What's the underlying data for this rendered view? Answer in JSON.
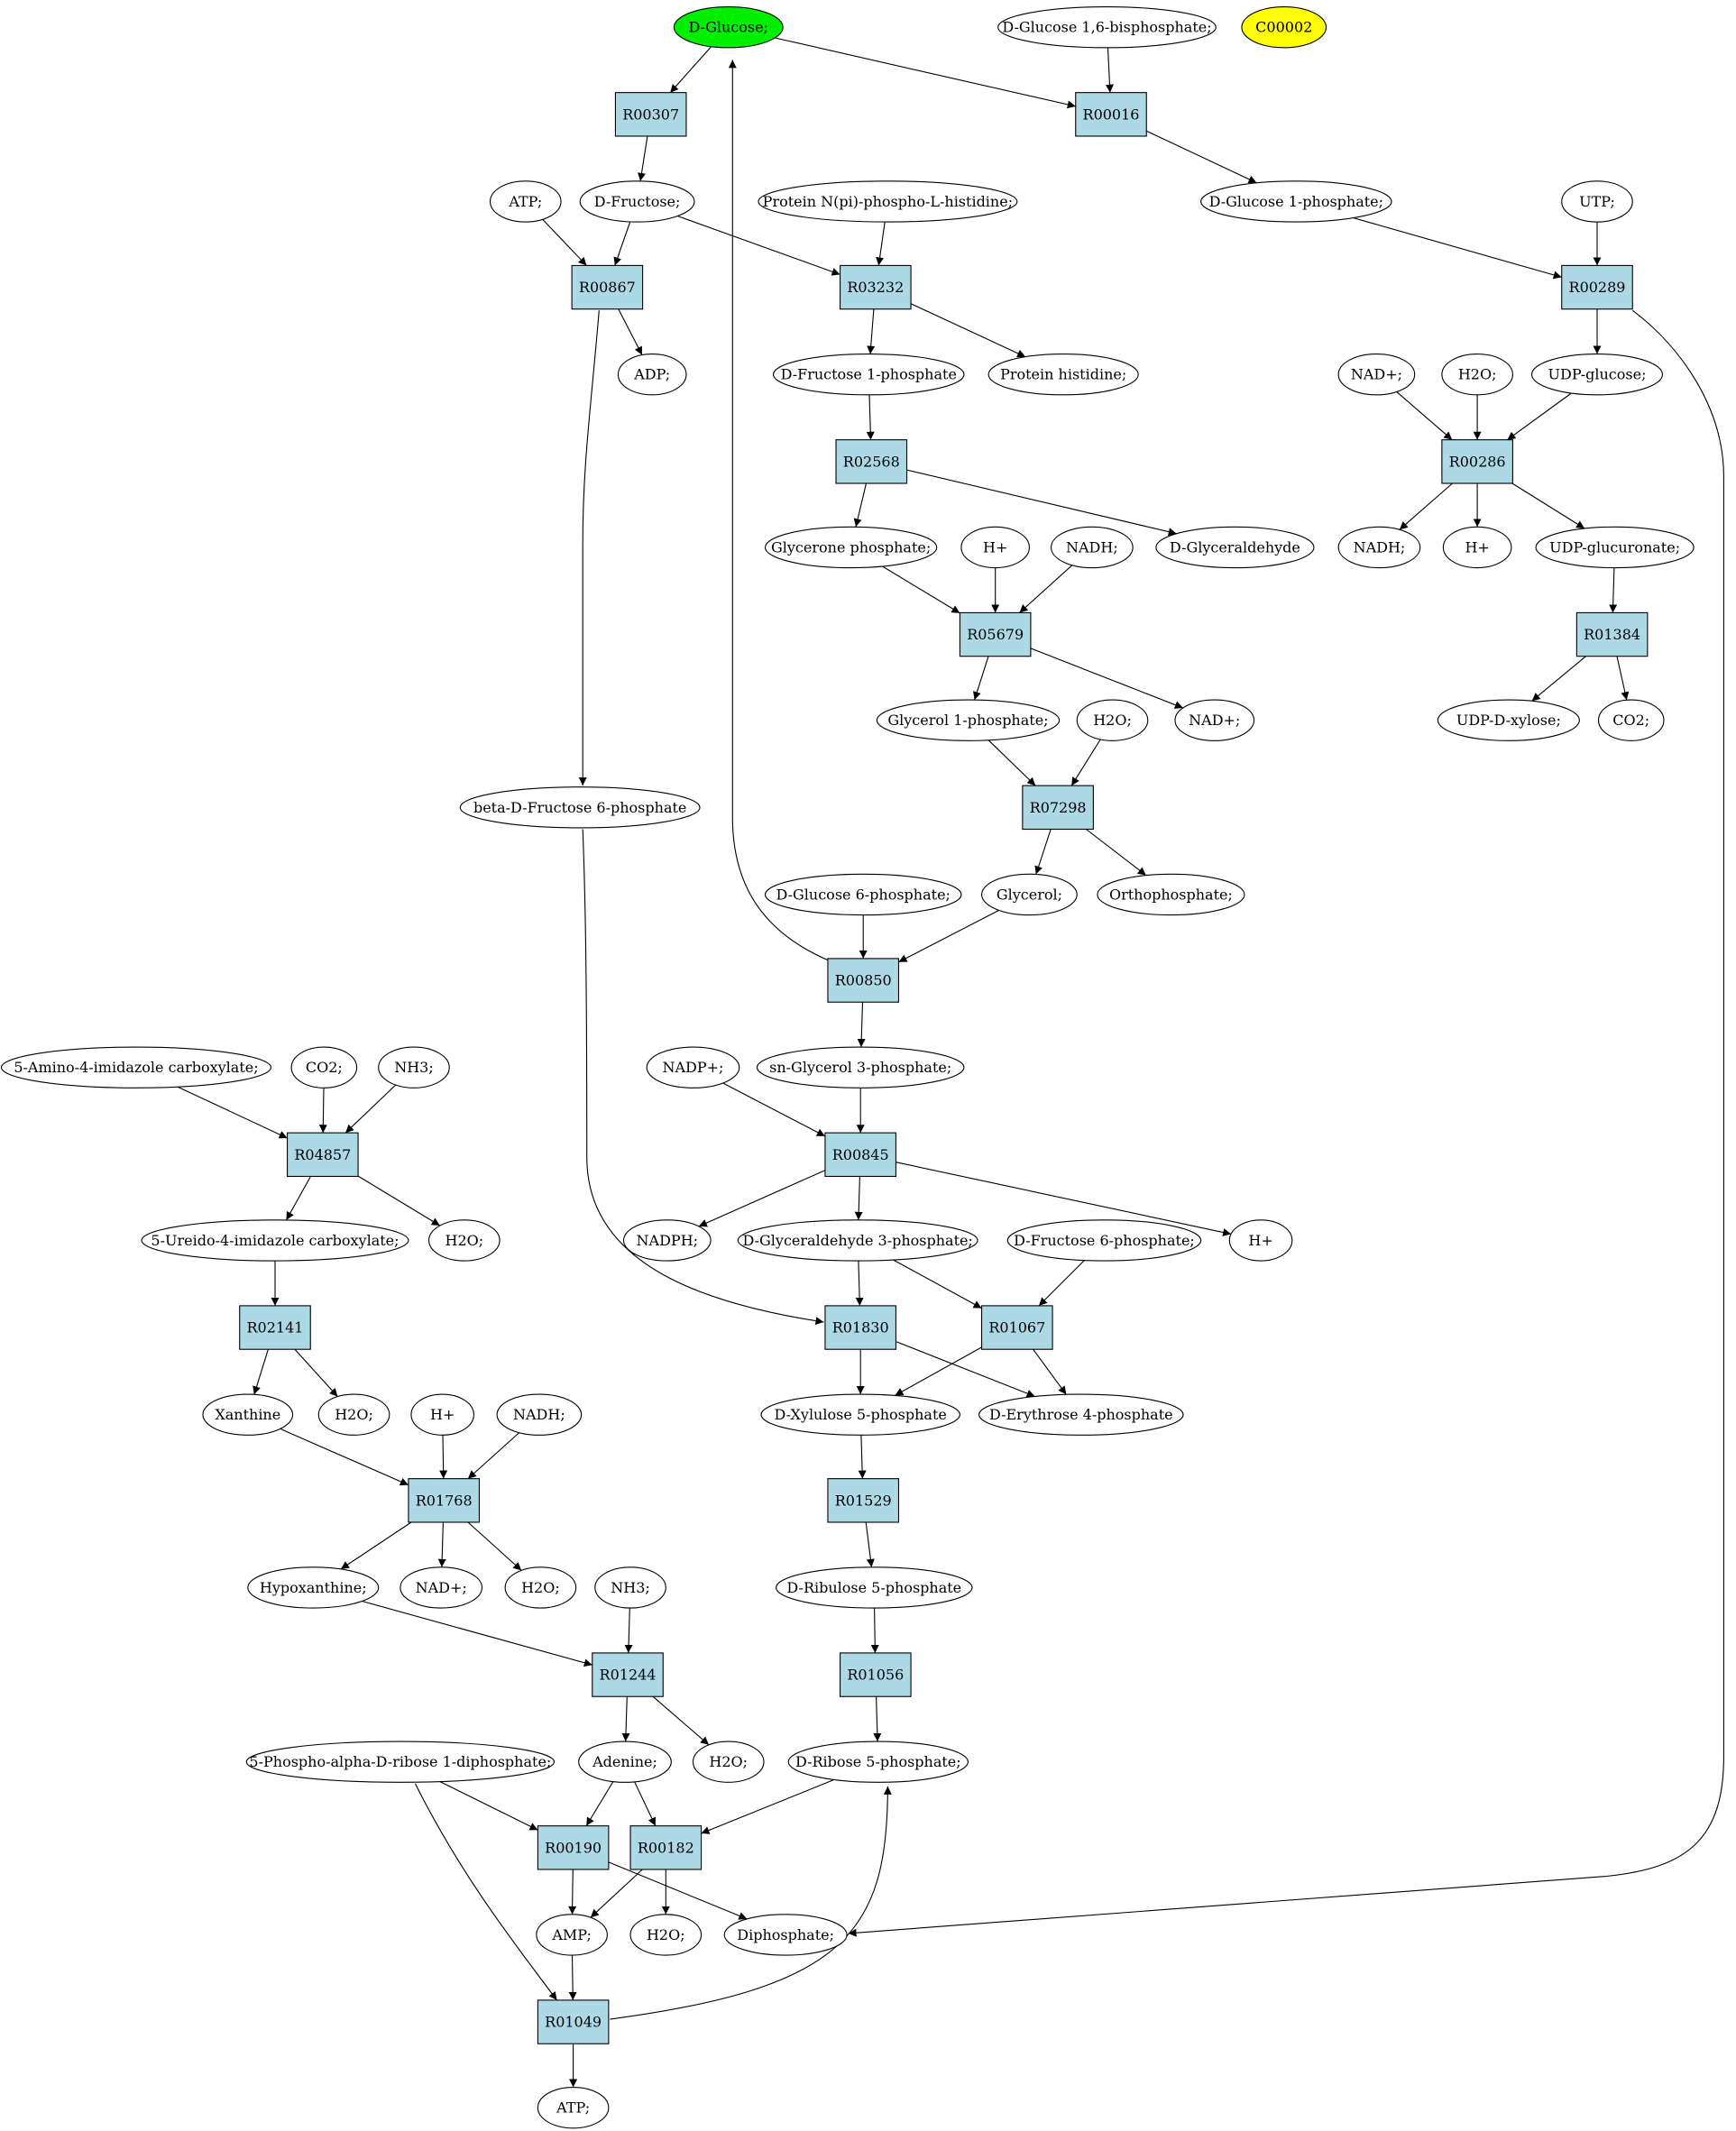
{
  "colors": {
    "reaction_fill": "#add8e6",
    "compound_fill": "#ffffff",
    "start_fill": "#00ee00",
    "highlight_fill": "#ffff00",
    "stroke": "#000000"
  },
  "nodes": {
    "glucose": {
      "label": "D-Glucose;",
      "kind": "start"
    },
    "g16bp": {
      "label": "D-Glucose 1,6-bisphosphate;",
      "kind": "compound"
    },
    "c00002": {
      "label": "C00002",
      "kind": "highlight"
    },
    "R00307": {
      "label": "R00307",
      "kind": "reaction"
    },
    "R00016": {
      "label": "R00016",
      "kind": "reaction"
    },
    "atp_top": {
      "label": "ATP;",
      "kind": "compound"
    },
    "fructose": {
      "label": "D-Fructose;",
      "kind": "compound"
    },
    "protein_nphis": {
      "label": "Protein N(pi)-phospho-L-histidine;",
      "kind": "compound"
    },
    "g1p": {
      "label": "D-Glucose 1-phosphate;",
      "kind": "compound"
    },
    "utp": {
      "label": "UTP;",
      "kind": "compound"
    },
    "R00867": {
      "label": "R00867",
      "kind": "reaction"
    },
    "R03232": {
      "label": "R03232",
      "kind": "reaction"
    },
    "R00289": {
      "label": "R00289",
      "kind": "reaction"
    },
    "adp": {
      "label": "ADP;",
      "kind": "compound"
    },
    "f1p": {
      "label": "D-Fructose 1-phosphate",
      "kind": "compound"
    },
    "protein_his": {
      "label": "Protein histidine;",
      "kind": "compound"
    },
    "nad_r00286": {
      "label": "NAD+;",
      "kind": "compound"
    },
    "h2o_r00286": {
      "label": "H2O;",
      "kind": "compound"
    },
    "udpglc": {
      "label": "UDP-glucose;",
      "kind": "compound"
    },
    "R02568": {
      "label": "R02568",
      "kind": "reaction"
    },
    "R00286": {
      "label": "R00286",
      "kind": "reaction"
    },
    "dhap": {
      "label": "Glycerone phosphate;",
      "kind": "compound"
    },
    "h_r05679": {
      "label": "H+",
      "kind": "compound"
    },
    "nadh_r05679": {
      "label": "NADH;",
      "kind": "compound"
    },
    "glyceraldehyde": {
      "label": "D-Glyceraldehyde",
      "kind": "compound"
    },
    "nadh_r00286": {
      "label": "NADH;",
      "kind": "compound"
    },
    "h_r00286": {
      "label": "H+",
      "kind": "compound"
    },
    "udpglcua": {
      "label": "UDP-glucuronate;",
      "kind": "compound"
    },
    "R05679": {
      "label": "R05679",
      "kind": "reaction"
    },
    "R01384": {
      "label": "R01384",
      "kind": "reaction"
    },
    "gly1p": {
      "label": "Glycerol 1-phosphate;",
      "kind": "compound"
    },
    "h2o_r07298": {
      "label": "H2O;",
      "kind": "compound"
    },
    "nad_r05679": {
      "label": "NAD+;",
      "kind": "compound"
    },
    "udpxyl": {
      "label": "UDP-D-xylose;",
      "kind": "compound"
    },
    "co2_r01384": {
      "label": "CO2;",
      "kind": "compound"
    },
    "bf6p": {
      "label": "beta-D-Fructose 6-phosphate",
      "kind": "compound"
    },
    "R07298": {
      "label": "R07298",
      "kind": "reaction"
    },
    "g6p": {
      "label": "D-Glucose 6-phosphate;",
      "kind": "compound"
    },
    "glycerol": {
      "label": "Glycerol;",
      "kind": "compound"
    },
    "orthophos": {
      "label": "Orthophosphate;",
      "kind": "compound"
    },
    "R00850": {
      "label": "R00850",
      "kind": "reaction"
    },
    "aica": {
      "label": "5-Amino-4-imidazole carboxylate;",
      "kind": "compound"
    },
    "co2_r04857": {
      "label": "CO2;",
      "kind": "compound"
    },
    "nh3_r04857": {
      "label": "NH3;",
      "kind": "compound"
    },
    "nadp": {
      "label": "NADP+;",
      "kind": "compound"
    },
    "snglyc3p": {
      "label": "sn-Glycerol 3-phosphate;",
      "kind": "compound"
    },
    "R04857": {
      "label": "R04857",
      "kind": "reaction"
    },
    "R00845": {
      "label": "R00845",
      "kind": "reaction"
    },
    "ureido": {
      "label": "5-Ureido-4-imidazole carboxylate;",
      "kind": "compound"
    },
    "h2o_r04857": {
      "label": "H2O;",
      "kind": "compound"
    },
    "nadph": {
      "label": "NADPH;",
      "kind": "compound"
    },
    "ga3p": {
      "label": "D-Glyceraldehyde 3-phosphate;",
      "kind": "compound"
    },
    "f6p": {
      "label": "D-Fructose 6-phosphate;",
      "kind": "compound"
    },
    "h_r00845": {
      "label": "H+",
      "kind": "compound"
    },
    "R02141": {
      "label": "R02141",
      "kind": "reaction"
    },
    "R01830": {
      "label": "R01830",
      "kind": "reaction"
    },
    "R01067": {
      "label": "R01067",
      "kind": "reaction"
    },
    "xanthine": {
      "label": "Xanthine",
      "kind": "compound"
    },
    "h2o_r02141": {
      "label": "H2O;",
      "kind": "compound"
    },
    "h_r01768": {
      "label": "H+",
      "kind": "compound"
    },
    "nadh_r01768": {
      "label": "NADH;",
      "kind": "compound"
    },
    "xu5p": {
      "label": "D-Xylulose 5-phosphate",
      "kind": "compound"
    },
    "e4p": {
      "label": "D-Erythrose 4-phosphate",
      "kind": "compound"
    },
    "R01768": {
      "label": "R01768",
      "kind": "reaction"
    },
    "R01529": {
      "label": "R01529",
      "kind": "reaction"
    },
    "hypoxanthine": {
      "label": "Hypoxanthine;",
      "kind": "compound"
    },
    "nad_r01768": {
      "label": "NAD+;",
      "kind": "compound"
    },
    "h2o_r01768": {
      "label": "H2O;",
      "kind": "compound"
    },
    "nh3_r01244": {
      "label": "NH3;",
      "kind": "compound"
    },
    "ru5p": {
      "label": "D-Ribulose 5-phosphate",
      "kind": "compound"
    },
    "R01244": {
      "label": "R01244",
      "kind": "reaction"
    },
    "R01056": {
      "label": "R01056",
      "kind": "reaction"
    },
    "prpp": {
      "label": "5-Phospho-alpha-D-ribose 1-diphosphate;",
      "kind": "compound"
    },
    "adenine": {
      "label": "Adenine;",
      "kind": "compound"
    },
    "h2o_r01244": {
      "label": "H2O;",
      "kind": "compound"
    },
    "r5p": {
      "label": "D-Ribose 5-phosphate;",
      "kind": "compound"
    },
    "R00190": {
      "label": "R00190",
      "kind": "reaction"
    },
    "R00182": {
      "label": "R00182",
      "kind": "reaction"
    },
    "amp": {
      "label": "AMP;",
      "kind": "compound"
    },
    "h2o_r00182": {
      "label": "H2O;",
      "kind": "compound"
    },
    "diphosphate": {
      "label": "Diphosphate;",
      "kind": "compound"
    },
    "R01049": {
      "label": "R01049",
      "kind": "reaction"
    },
    "atp_bottom": {
      "label": "ATP;",
      "kind": "compound"
    }
  },
  "edges": [
    [
      "glucose",
      "R00307"
    ],
    [
      "glucose",
      "R00016"
    ],
    [
      "g16bp",
      "R00016"
    ],
    [
      "R00307",
      "fructose"
    ],
    [
      "R00016",
      "g1p"
    ],
    [
      "atp_top",
      "R00867"
    ],
    [
      "fructose",
      "R00867"
    ],
    [
      "fructose",
      "R03232"
    ],
    [
      "protein_nphis",
      "R03232"
    ],
    [
      "g1p",
      "R00289"
    ],
    [
      "utp",
      "R00289"
    ],
    [
      "R00867",
      "adp"
    ],
    [
      "R00867",
      "bf6p"
    ],
    [
      "R03232",
      "f1p"
    ],
    [
      "R03232",
      "protein_his"
    ],
    [
      "R00289",
      "udpglc"
    ],
    [
      "R00289",
      "diphosphate"
    ],
    [
      "f1p",
      "R02568"
    ],
    [
      "R02568",
      "dhap"
    ],
    [
      "R02568",
      "glyceraldehyde"
    ],
    [
      "nad_r00286",
      "R00286"
    ],
    [
      "h2o_r00286",
      "R00286"
    ],
    [
      "udpglc",
      "R00286"
    ],
    [
      "R00286",
      "nadh_r00286"
    ],
    [
      "R00286",
      "h_r00286"
    ],
    [
      "R00286",
      "udpglcua"
    ],
    [
      "dhap",
      "R05679"
    ],
    [
      "h_r05679",
      "R05679"
    ],
    [
      "nadh_r05679",
      "R05679"
    ],
    [
      "R05679",
      "gly1p"
    ],
    [
      "R05679",
      "nad_r05679"
    ],
    [
      "udpglcua",
      "R01384"
    ],
    [
      "R01384",
      "udpxyl"
    ],
    [
      "R01384",
      "co2_r01384"
    ],
    [
      "gly1p",
      "R07298"
    ],
    [
      "h2o_r07298",
      "R07298"
    ],
    [
      "R07298",
      "glycerol"
    ],
    [
      "R07298",
      "orthophos"
    ],
    [
      "g6p",
      "R00850"
    ],
    [
      "glycerol",
      "R00850"
    ],
    [
      "R00850",
      "glucose"
    ],
    [
      "R00850",
      "snglyc3p"
    ],
    [
      "aica",
      "R04857"
    ],
    [
      "co2_r04857",
      "R04857"
    ],
    [
      "nh3_r04857",
      "R04857"
    ],
    [
      "R04857",
      "ureido"
    ],
    [
      "R04857",
      "h2o_r04857"
    ],
    [
      "nadp",
      "R00845"
    ],
    [
      "snglyc3p",
      "R00845"
    ],
    [
      "R00845",
      "nadph"
    ],
    [
      "R00845",
      "ga3p"
    ],
    [
      "R00845",
      "h_r00845"
    ],
    [
      "ureido",
      "R02141"
    ],
    [
      "R02141",
      "xanthine"
    ],
    [
      "R02141",
      "h2o_r02141"
    ],
    [
      "bf6p",
      "R01830"
    ],
    [
      "ga3p",
      "R01830"
    ],
    [
      "ga3p",
      "R01067"
    ],
    [
      "f6p",
      "R01067"
    ],
    [
      "R01830",
      "xu5p"
    ],
    [
      "R01830",
      "e4p"
    ],
    [
      "R01067",
      "xu5p"
    ],
    [
      "R01067",
      "e4p"
    ],
    [
      "xanthine",
      "R01768"
    ],
    [
      "h_r01768",
      "R01768"
    ],
    [
      "nadh_r01768",
      "R01768"
    ],
    [
      "R01768",
      "hypoxanthine"
    ],
    [
      "R01768",
      "nad_r01768"
    ],
    [
      "R01768",
      "h2o_r01768"
    ],
    [
      "xu5p",
      "R01529"
    ],
    [
      "R01529",
      "ru5p"
    ],
    [
      "ru5p",
      "R01056"
    ],
    [
      "R01056",
      "r5p"
    ],
    [
      "hypoxanthine",
      "R01244"
    ],
    [
      "nh3_r01244",
      "R01244"
    ],
    [
      "R01244",
      "adenine"
    ],
    [
      "R01244",
      "h2o_r01244"
    ],
    [
      "prpp",
      "R00190"
    ],
    [
      "adenine",
      "R00190"
    ],
    [
      "adenine",
      "R00182"
    ],
    [
      "r5p",
      "R00182"
    ],
    [
      "R00190",
      "amp"
    ],
    [
      "R00190",
      "diphosphate"
    ],
    [
      "R00182",
      "amp"
    ],
    [
      "R00182",
      "h2o_r00182"
    ],
    [
      "prpp",
      "R01049"
    ],
    [
      "amp",
      "R01049"
    ],
    [
      "R01049",
      "atp_bottom"
    ],
    [
      "R01049",
      "r5p"
    ]
  ]
}
